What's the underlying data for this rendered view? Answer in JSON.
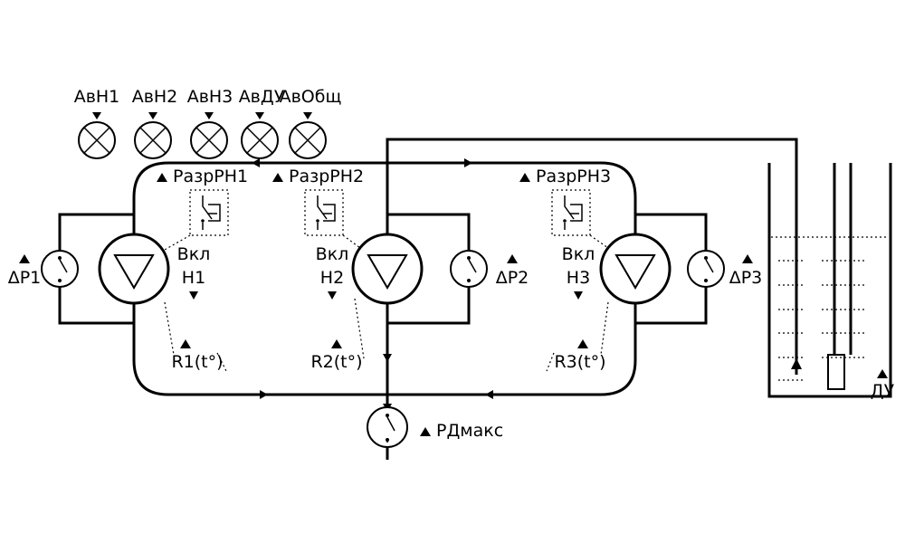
{
  "lamps": [
    {
      "label": "АвН1"
    },
    {
      "label": "АвН2"
    },
    {
      "label": "АвН3"
    },
    {
      "label": "АвДУ"
    },
    {
      "label": "АвОбщ"
    }
  ],
  "permits": [
    {
      "label": "РазрРН1"
    },
    {
      "label": "РазрРН2"
    },
    {
      "label": "РазрРН3"
    }
  ],
  "pumps": [
    {
      "on_label": "Вкл",
      "name": "Н1",
      "temp_sensor": "R1(t°)",
      "dp_sensor": "ΔP1"
    },
    {
      "on_label": "Вкл",
      "name": "Н2",
      "temp_sensor": "R2(t°)",
      "dp_sensor": "ΔP2"
    },
    {
      "on_label": "Вкл",
      "name": "Н3",
      "temp_sensor": "R3(t°)",
      "dp_sensor": "ΔP3"
    }
  ],
  "pressure_max": {
    "label": "РДмакс"
  },
  "level_sensor": {
    "label": "ДУ"
  }
}
